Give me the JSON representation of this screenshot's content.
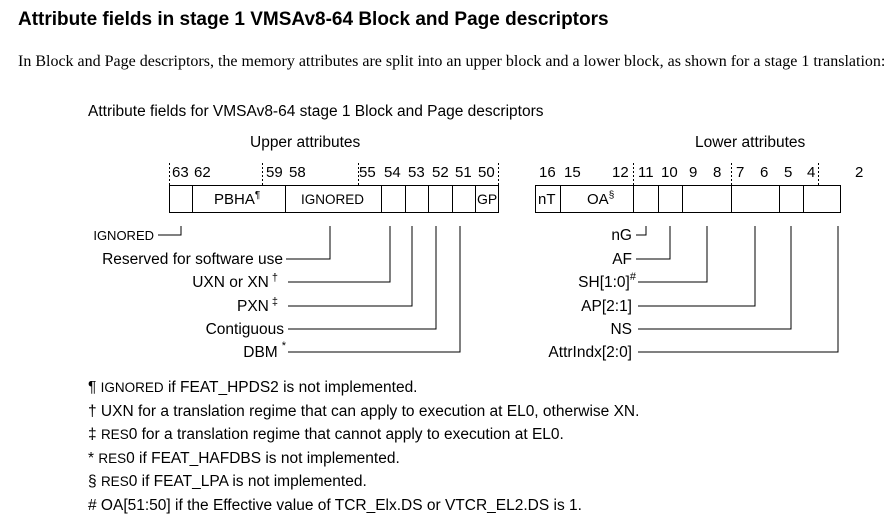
{
  "heading": "Attribute fields in stage 1 VMSAv8-64 Block and Page descriptors",
  "intro": "In Block and Page descriptors, the memory attributes are split into an upper block and a lower block, as shown for a stage 1 translation:",
  "figure": {
    "caption": "Attribute fields for VMSAv8-64 stage 1 Block and Page descriptors",
    "upper": {
      "title": "Upper attributes",
      "bits": {
        "b63": "63",
        "b62": "62",
        "b59": "59",
        "b58": "58",
        "b55": "55",
        "b54": "54",
        "b53": "53",
        "b52": "52",
        "b51": "51",
        "b50": "50"
      },
      "fields": {
        "pbha": "PBHA",
        "pbha_mark": "¶",
        "ignored": "IGNORED",
        "gp": "GP"
      },
      "labels": {
        "ignored": "IGNORED",
        "software": "Reserved for software use",
        "uxn": "UXN or XN",
        "uxn_mark": "†",
        "pxn": "PXN",
        "pxn_mark": "‡",
        "contiguous": "Contiguous",
        "dbm": "DBM",
        "dbm_mark": "*"
      }
    },
    "lower": {
      "title": "Lower attributes",
      "bits": {
        "b16": "16",
        "b15": "15",
        "b12": "12",
        "b11": "11",
        "b10": "10",
        "b9": "9",
        "b8": "8",
        "b7": "7",
        "b6": "6",
        "b5": "5",
        "b4": "4",
        "b2": "2"
      },
      "fields": {
        "nt": "nT",
        "oa": "OA",
        "oa_mark": "§"
      },
      "labels": {
        "ng": "nG",
        "af": "AF",
        "sh": "SH[1:0]",
        "sh_mark": "#",
        "ap": "AP[2:1]",
        "ns": "NS",
        "attrindx": "AttrIndx[2:0]"
      }
    }
  },
  "notes": [
    {
      "symbol": "¶",
      "prefix": "",
      "sc": "IGNORED",
      "text": " if FEAT_HPDS2 is not implemented."
    },
    {
      "symbol": "†",
      "prefix": " UXN for a translation regime that can apply to execution at EL0, otherwise XN.",
      "sc": "",
      "text": ""
    },
    {
      "symbol": "‡",
      "prefix": " ",
      "sc": "RES",
      "text": "0 for a translation regime that cannot apply to execution at EL0."
    },
    {
      "symbol": "*",
      "prefix": " ",
      "sc": "RES",
      "text": "0 if FEAT_HAFDBS is not implemented."
    },
    {
      "symbol": "§",
      "prefix": " ",
      "sc": "RES",
      "text": "0 if FEAT_LPA is not implemented."
    },
    {
      "symbol": "#",
      "prefix": " OA[51:50] if the Effective value of TCR_Elx.DS or VTCR_EL2.DS is 1.",
      "sc": "",
      "text": ""
    }
  ]
}
